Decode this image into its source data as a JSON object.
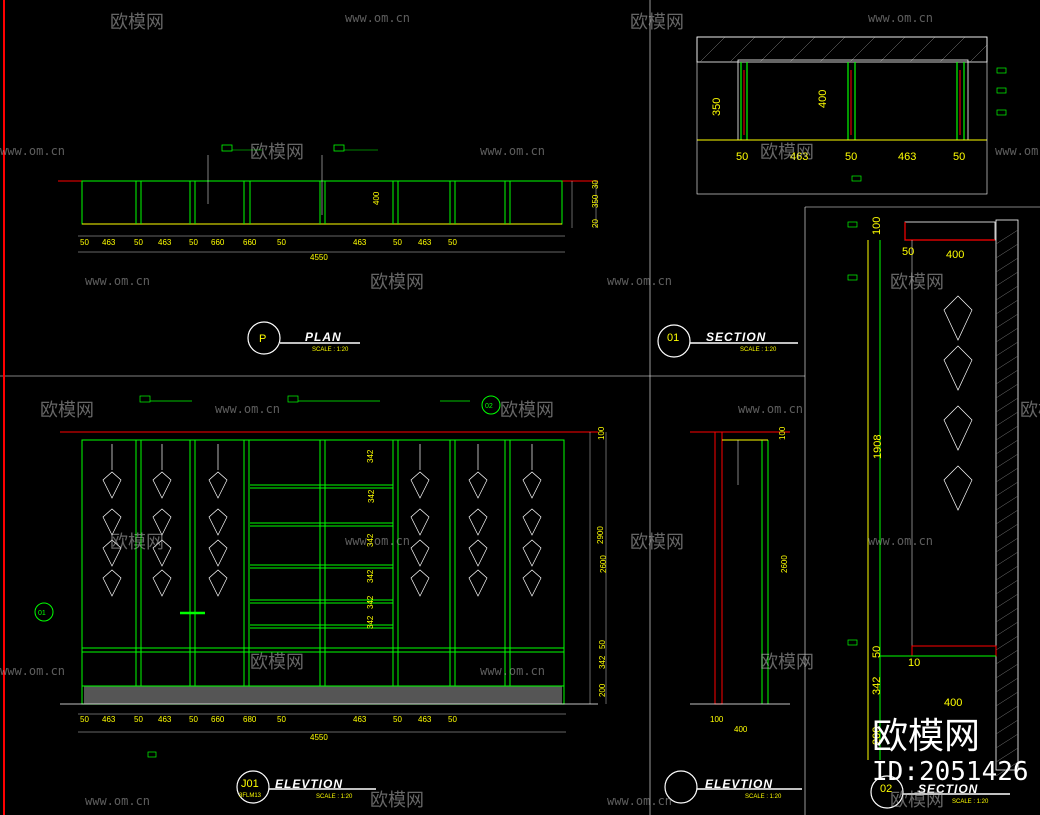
{
  "views": {
    "plan": {
      "badge": "P",
      "title": "PLAN",
      "scale": "SCALE : 1:20"
    },
    "section01": {
      "badge": "01",
      "title": "SECTION",
      "scale": "SCALE : 1:20"
    },
    "elevation_main": {
      "badge": "J01",
      "sub": "3FLM13",
      "title": "ELEVTION",
      "scale": "SCALE : 1:20"
    },
    "elevation_side": {
      "title": "ELEVTION",
      "scale": "SCALE : 1:20"
    },
    "section02": {
      "badge": "02",
      "title": "SECTION",
      "scale": "SCALE : 1:20"
    }
  },
  "plan_dims": {
    "segments": [
      "50",
      "463",
      "50",
      "463",
      "50",
      "660",
      "660",
      "50",
      "463",
      "50",
      "463",
      "50"
    ],
    "total": "4550",
    "right": [
      "30",
      "350",
      "20"
    ],
    "depth": "400"
  },
  "elev_dims": {
    "segments": [
      "50",
      "463",
      "50",
      "463",
      "50",
      "660",
      "680",
      "50",
      "463",
      "50",
      "463",
      "50"
    ],
    "total": "4550",
    "right": [
      "100",
      "2600",
      "50",
      "342",
      "200"
    ],
    "shelves": [
      "342",
      "342",
      "342",
      "342",
      "342",
      "342"
    ],
    "left_total": "2900"
  },
  "sec01_dims": {
    "left": "350",
    "inner": "400",
    "bottom": [
      "50",
      "463",
      "50",
      "463",
      "50"
    ]
  },
  "side_dims": {
    "right": [
      "100",
      "2600"
    ],
    "bottom": [
      "100",
      "400"
    ]
  },
  "sec02_dims": {
    "top": [
      "100",
      "50"
    ],
    "width": "400",
    "height": "1908",
    "bottom": [
      "50",
      "10",
      "342",
      "200"
    ],
    "bottom_width": "400"
  },
  "watermark": {
    "brand": "欧模网",
    "url": "www.om.cn",
    "id": "ID:2051426"
  }
}
